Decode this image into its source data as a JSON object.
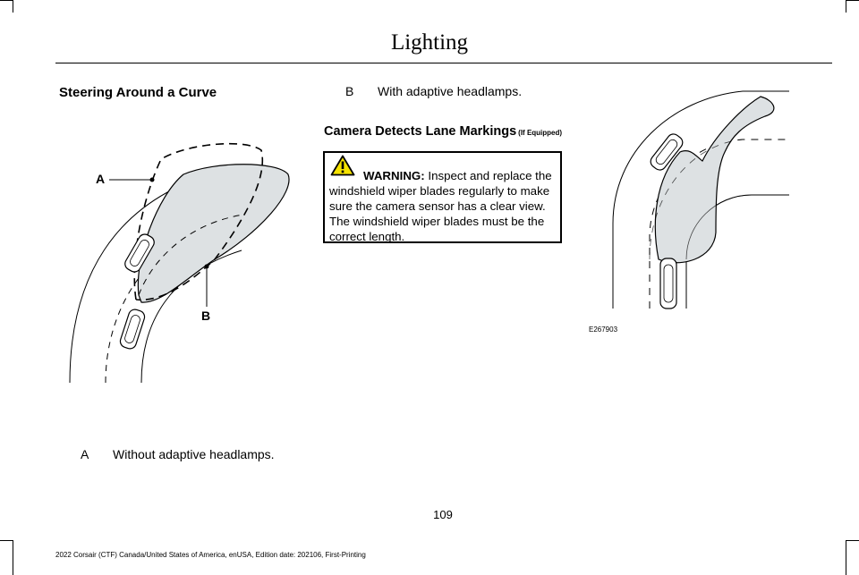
{
  "header": {
    "title": "Lighting"
  },
  "left": {
    "heading": "Steering Around a Curve",
    "callout_a": "A",
    "callout_b": "B",
    "legend": {
      "key": "A",
      "text": "Without adaptive headlamps."
    }
  },
  "right": {
    "legend": {
      "key": "B",
      "text": "With adaptive headlamps."
    },
    "heading": "Camera Detects Lane Markings",
    "heading_suffix": "(If Equipped)",
    "warning": {
      "label": "WARNING:",
      "line0": "Inspect and replace the",
      "line1": "windshield wiper blades regularly to make",
      "line2": "sure the camera sensor has a clear view.",
      "line3": "The windshield wiper blades must be the",
      "line4": "correct length."
    },
    "figure_id": "E267903"
  },
  "page_number": "109",
  "footer": "2022 Corsair (CTF) Canada/United States of America, enUSA, Edition date: 202106, First-Printing",
  "colors": {
    "beam_fill": "#dde1e3",
    "text": "#000000"
  }
}
